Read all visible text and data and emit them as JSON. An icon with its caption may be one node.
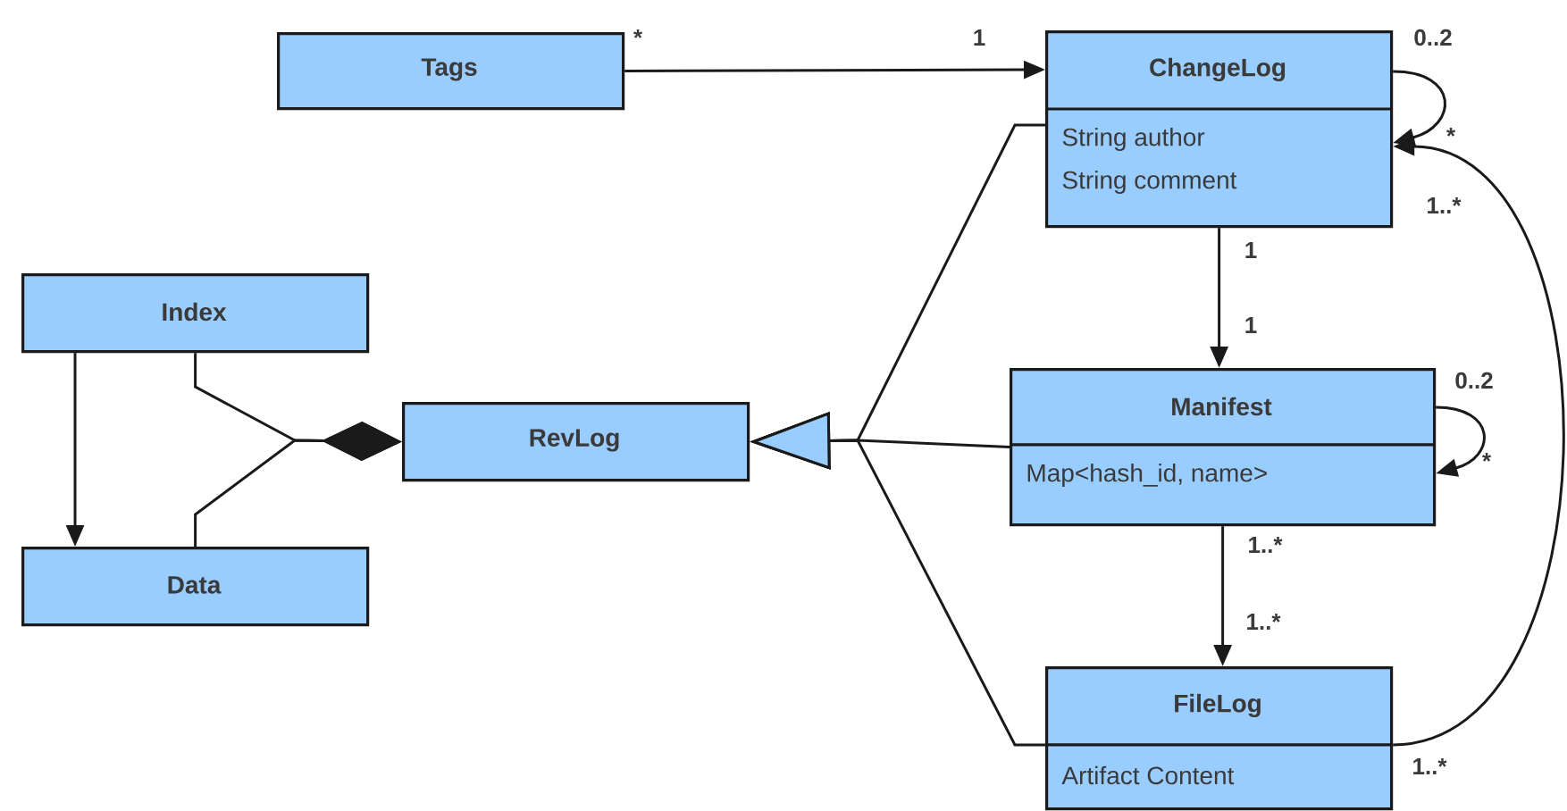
{
  "diagram": {
    "nodes": [
      {
        "text": [
          "Tags"
        ]
      },
      {
        "text": [
          "ChangeLog",
          "String author",
          "String comment"
        ]
      },
      {
        "text": [
          "Manifest",
          "Map<hash_id, name>"
        ]
      },
      {
        "text": [
          "FileLog",
          "Artifact Content"
        ]
      },
      {
        "text": [
          "RevLog"
        ]
      },
      {
        "text": [
          "Index"
        ]
      },
      {
        "text": [
          "Data"
        ]
      }
    ],
    "edges": [
      {
        "from": 0,
        "to": 1,
        "arrow": "to"
      },
      {
        "from": 1,
        "to": 1,
        "arrow": "to"
      },
      {
        "from": 1,
        "to": 2,
        "arrow": "to"
      },
      {
        "from": 2,
        "to": 2,
        "arrow": "to"
      },
      {
        "from": 2,
        "to": 3,
        "arrow": "to"
      },
      {
        "from": 3,
        "to": 1,
        "arrow": "to"
      },
      {
        "from": 1,
        "to": 4,
        "arrow": "to"
      },
      {
        "from": 2,
        "to": 4,
        "arrow": "to"
      },
      {
        "from": 3,
        "to": 4,
        "arrow": "to"
      },
      {
        "from": 5,
        "to": 4,
        "arrow": "other"
      },
      {
        "from": 6,
        "to": 4,
        "arrow": "other"
      },
      {
        "from": 5,
        "to": 6,
        "arrow": "to"
      }
    ],
    "labels": [
      "*",
      "1",
      "0..2",
      "*",
      "1..*",
      "1",
      "1",
      "0..2",
      "*",
      "1..*",
      "1..*",
      "1..*"
    ]
  }
}
